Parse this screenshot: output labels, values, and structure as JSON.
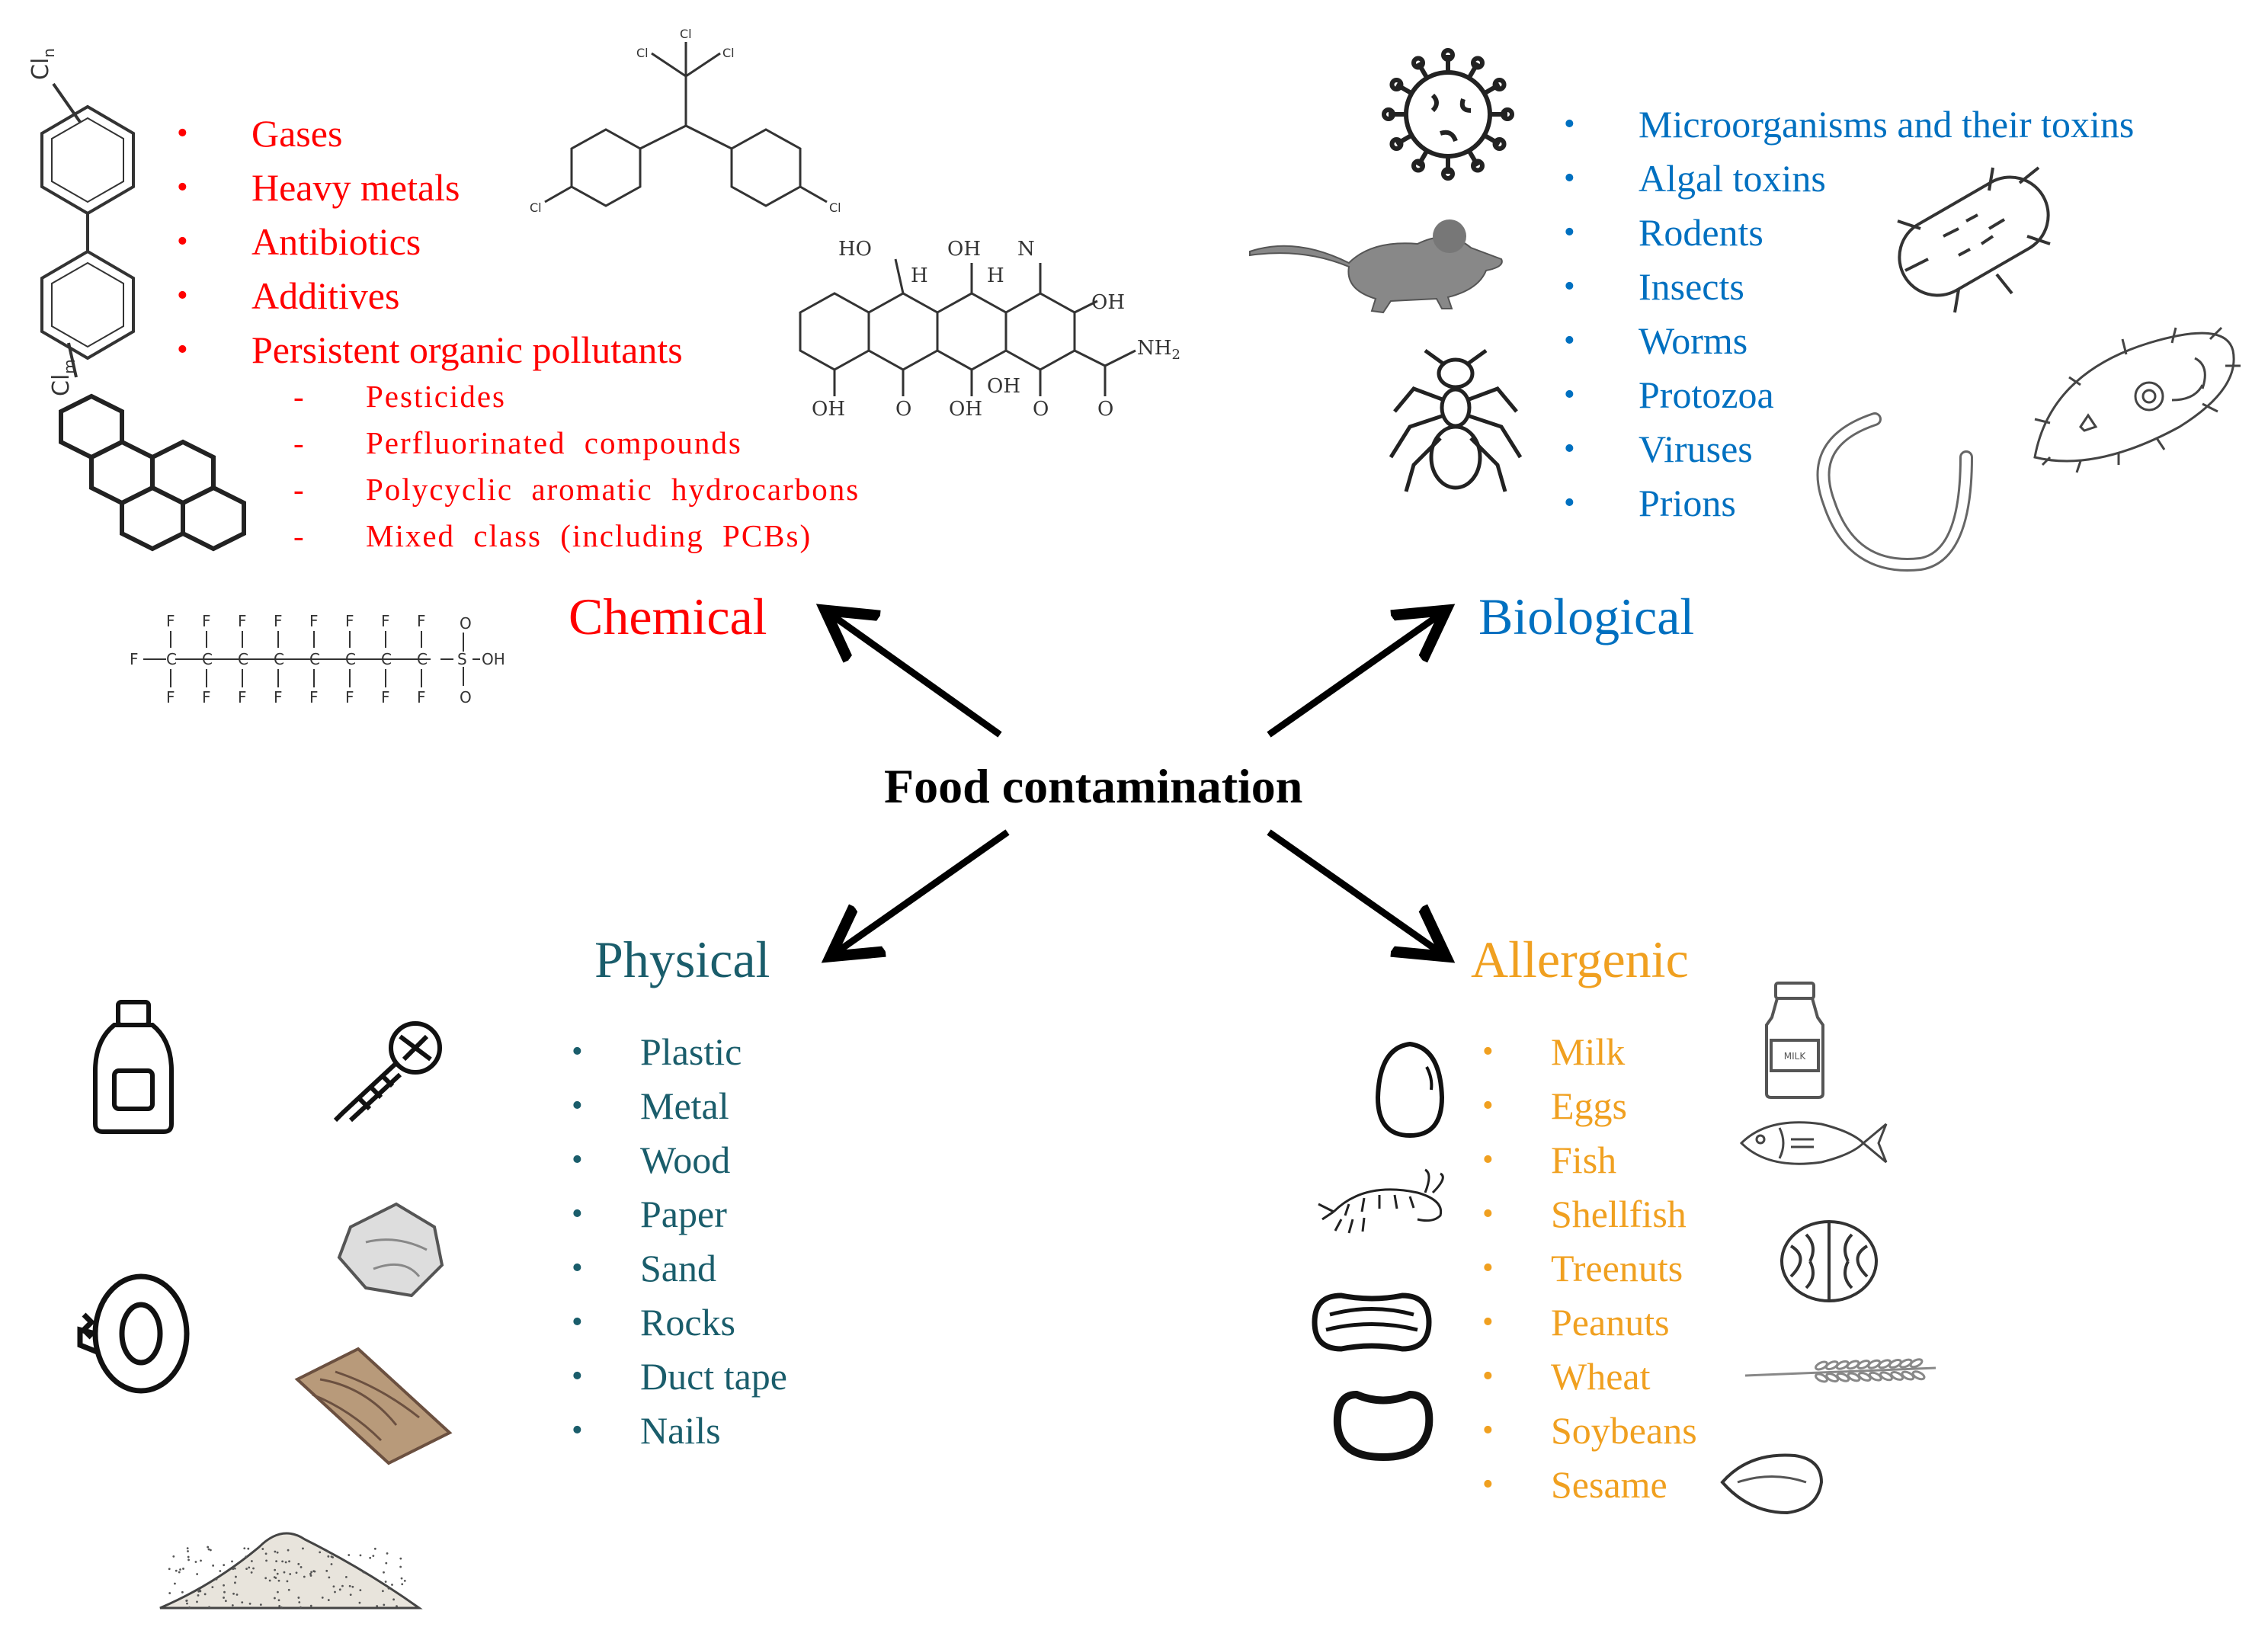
{
  "center": {
    "title": "Food contamination"
  },
  "chemical": {
    "heading": "Chemical",
    "color": "#ff0000",
    "items": [
      "Gases",
      "Heavy metals",
      "Antibiotics",
      "Additives",
      "Persistent organic pollutants"
    ],
    "subitems": [
      "Pesticides",
      "Perfluorinated compounds",
      "Polycyclic aromatic hydrocarbons",
      "Mixed class (including PCBs)"
    ],
    "bullet": "•",
    "subbullet": "-"
  },
  "biological": {
    "heading": "Biological",
    "color": "#0070c0",
    "items": [
      "Microorganisms and their toxins",
      "Algal toxins",
      "Rodents",
      "Insects",
      "Worms",
      "Protozoa",
      "Viruses",
      "Prions"
    ],
    "bullet": "•"
  },
  "physical": {
    "heading": "Physical",
    "color": "#1a5d6b",
    "items": [
      "Plastic",
      "Metal",
      "Wood",
      "Paper",
      "Sand",
      "Rocks",
      "Duct tape",
      "Nails"
    ],
    "bullet": "•"
  },
  "allergenic": {
    "heading": "Allergenic",
    "color": "#f0a020",
    "items": [
      "Milk",
      "Eggs",
      "Fish",
      "Shellfish",
      "Treenuts",
      "Peanuts",
      "Wheat",
      "Soybeans",
      "Sesame"
    ],
    "bullet": "•"
  },
  "structure_labels": {
    "pcb_top": "Cl",
    "pcb_top_sub": "n",
    "pcb_bottom": "Cl",
    "pcb_bottom_sub": "m",
    "ddt_cl": "Cl",
    "ddt_left_cl": "Cl",
    "ddt_right_cl": "Cl",
    "tc_ho_top": "HO",
    "tc_h1": "H",
    "tc_oh_top": "OH",
    "tc_h2": "H",
    "tc_n": "N",
    "tc_oh_right": "OH",
    "tc_nh2": "NH",
    "tc_nh2_sub": "2",
    "tc_oh_bl": "OH",
    "tc_o1": "O",
    "tc_oh_bm": "OH",
    "tc_oh_mid": "OH",
    "tc_o2": "O",
    "tc_o3": "O",
    "pfos_f": "F",
    "pfos_c": "C",
    "pfos_s": "S",
    "pfos_o": "O",
    "pfos_oh": "OH",
    "milk_label": "MILK"
  },
  "icons": [
    "pcb-icon",
    "ddt-icon",
    "tetracycline-icon",
    "benzopyrene-icon",
    "pfos-icon",
    "virus-icon",
    "mouse-icon",
    "ant-icon",
    "bacterium-icon",
    "worm-icon",
    "paramecium-icon",
    "bottle-icon",
    "screw-icon",
    "paper-icon",
    "tape-icon",
    "wood-icon",
    "sand-icon",
    "egg-icon",
    "shrimp-icon",
    "peanut-icon",
    "bean-icon",
    "milk-bottle-icon",
    "fish-icon",
    "walnut-icon",
    "wheat-icon",
    "sesame-icon",
    "arrow-icon"
  ]
}
